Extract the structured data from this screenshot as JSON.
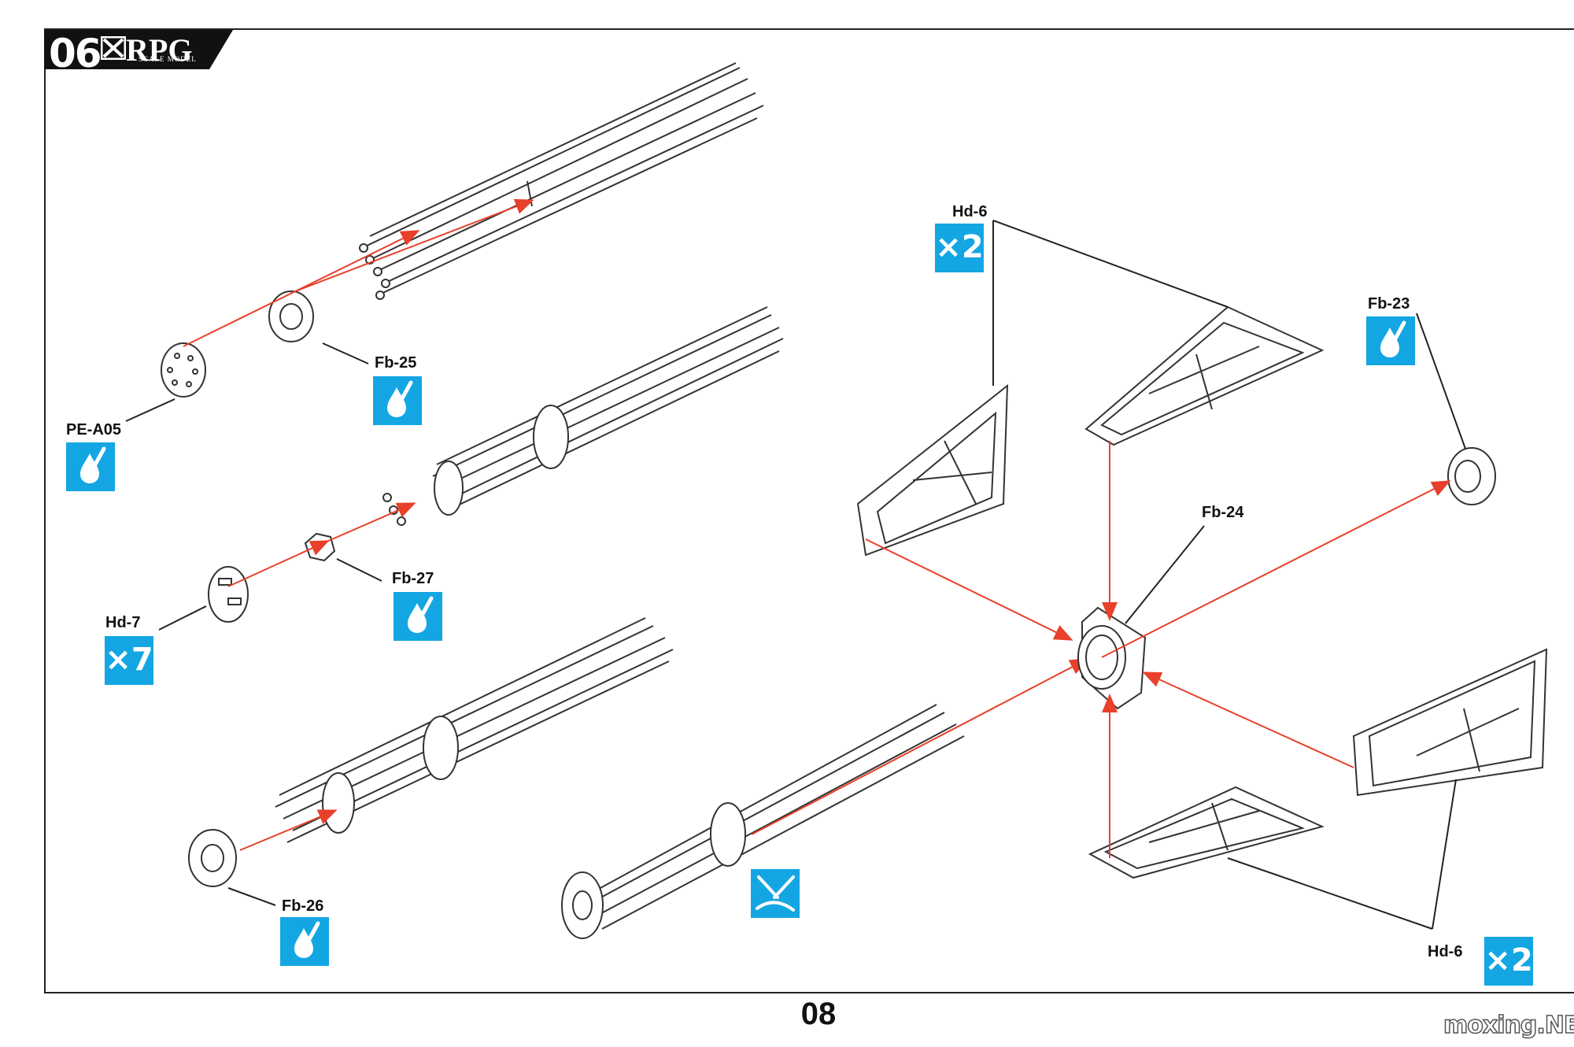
{
  "header": {
    "step_number": "06",
    "brand": "RPG",
    "brand_sub": "SCALE MODEL"
  },
  "page_number": "08",
  "watermark": "moxing.NET",
  "parts": [
    {
      "id": "pe-a05",
      "label": "PE-A05",
      "icon": "glue-drop-icon"
    },
    {
      "id": "fb-25",
      "label": "Fb-25",
      "icon": "glue-drop-icon"
    },
    {
      "id": "fb-27",
      "label": "Fb-27",
      "icon": "glue-drop-icon"
    },
    {
      "id": "hd-7",
      "label": "Hd-7",
      "quantity": "×7"
    },
    {
      "id": "fb-26",
      "label": "Fb-26",
      "icon": "glue-drop-icon"
    },
    {
      "id": "hd-6-top",
      "label": "Hd-6",
      "quantity": "×2"
    },
    {
      "id": "fb-23",
      "label": "Fb-23",
      "icon": "glue-drop-icon"
    },
    {
      "id": "fb-24",
      "label": "Fb-24"
    },
    {
      "id": "hd-6-bottom",
      "label": "Hd-6",
      "quantity": "×2"
    }
  ],
  "symbols": {
    "cut_icon": "cut-icon"
  },
  "colors": {
    "badge_blue": "#13a6e3",
    "arrow_red": "#e8402a",
    "line": "#222222"
  }
}
